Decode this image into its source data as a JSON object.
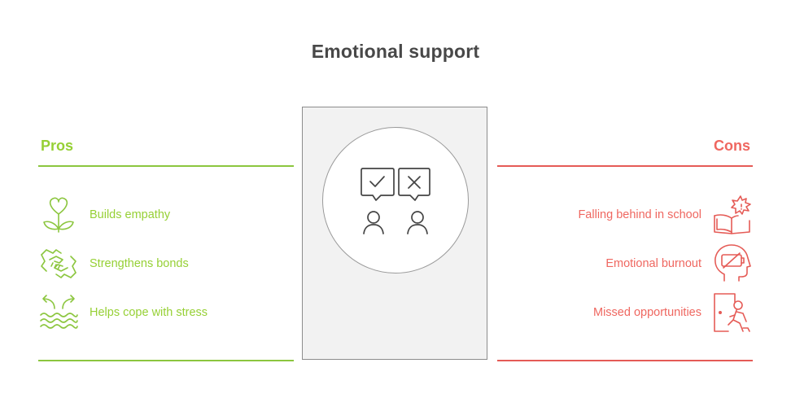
{
  "title": "Emotional support",
  "pros": {
    "heading": "Pros",
    "color": "#96d035",
    "items": [
      {
        "label": "Builds empathy",
        "icon": "heart-plant-icon"
      },
      {
        "label": "Strengthens bonds",
        "icon": "handshake-icon"
      },
      {
        "label": "Helps cope with stress",
        "icon": "waves-arrows-icon"
      }
    ]
  },
  "cons": {
    "heading": "Cons",
    "color": "#ef6760",
    "items": [
      {
        "label": "Falling behind in school",
        "icon": "book-burst-icon"
      },
      {
        "label": "Emotional burnout",
        "icon": "head-empty-battery-icon"
      },
      {
        "label": "Missed opportunities",
        "icon": "person-leaving-door-icon"
      }
    ]
  },
  "center": {
    "icon": "two-people-check-cross-icon"
  }
}
